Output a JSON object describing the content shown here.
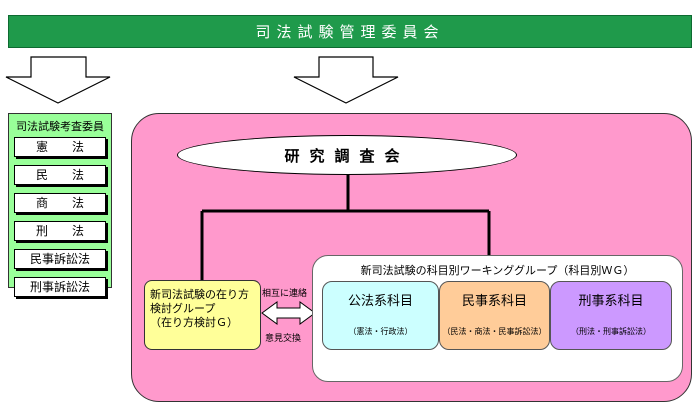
{
  "banner": {
    "title": "司法試験管理委員会"
  },
  "exam_committee": {
    "title": "司法試験考査委員",
    "subjects": [
      "憲　　法",
      "民　　法",
      "商　　法",
      "刑　　法",
      "民事訴訟法",
      "刑事訴訟法"
    ]
  },
  "research_council": {
    "label": "研究調査会"
  },
  "study_group": {
    "lines": [
      "新司法試験の在り方",
      "検討グループ",
      "（在り方検討Ｇ）"
    ]
  },
  "working_group": {
    "title": "新司法試験の科目別ワーキンググループ（科目別ＷＧ）",
    "subjects": [
      {
        "name": "公法系科目",
        "laws": "（憲法・行政法）",
        "color": "#ccffff"
      },
      {
        "name": "民事系科目",
        "laws": "（民法・商法・民事訴訟法）",
        "color": "#ffcc99"
      },
      {
        "name": "刑事系科目",
        "laws": "（刑法・刑事訴訟法）",
        "color": "#cc99ff"
      }
    ]
  },
  "exchange": {
    "top_label": "相互に連絡",
    "bottom_label": "意見交換"
  },
  "colors": {
    "banner": "#1f9a4b",
    "panel_green": "#99ff99",
    "pink": "#ff99cc",
    "study_yellow": "#ffff99"
  }
}
